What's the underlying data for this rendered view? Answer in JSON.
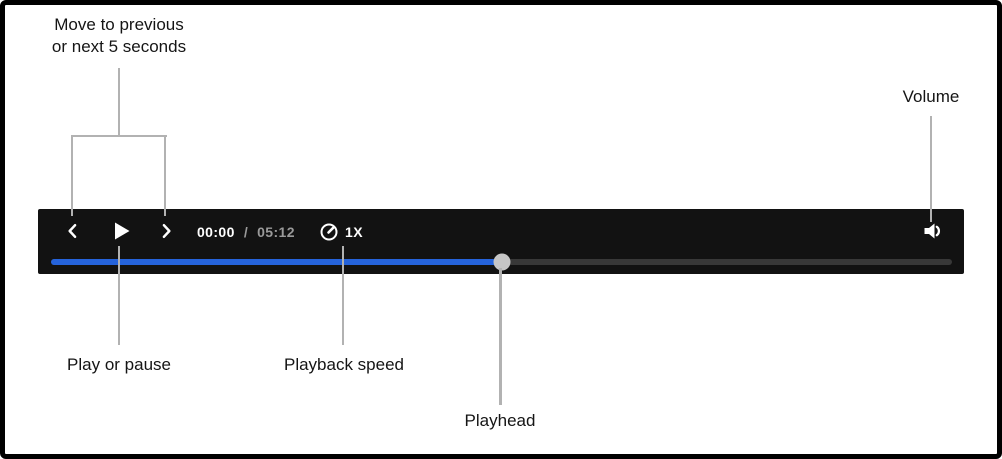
{
  "annotations": {
    "skip": {
      "line1": "Move to previous",
      "line2": "or next 5 seconds"
    },
    "play_pause": {
      "label": "Play or pause"
    },
    "playback_speed": {
      "label": "Playback speed"
    },
    "playhead": {
      "label": "Playhead"
    },
    "volume": {
      "label": "Volume"
    }
  },
  "player": {
    "current_time": "00:00",
    "separator": "/",
    "duration": "05:12",
    "speed": "1X",
    "progress_percent": 50,
    "icons": {
      "previous": "chevron-left-icon",
      "play": "play-icon",
      "next": "chevron-right-icon",
      "speed": "speed-gauge-icon",
      "volume": "volume-icon"
    }
  },
  "colors": {
    "bar_background": "#121212",
    "progress_fill": "#2563db",
    "progress_track": "#383838",
    "playhead_handle": "#c6c6c6",
    "annotation_line": "#b2b2b2",
    "time_secondary": "#9a9a9a",
    "frame_border": "#000000"
  }
}
